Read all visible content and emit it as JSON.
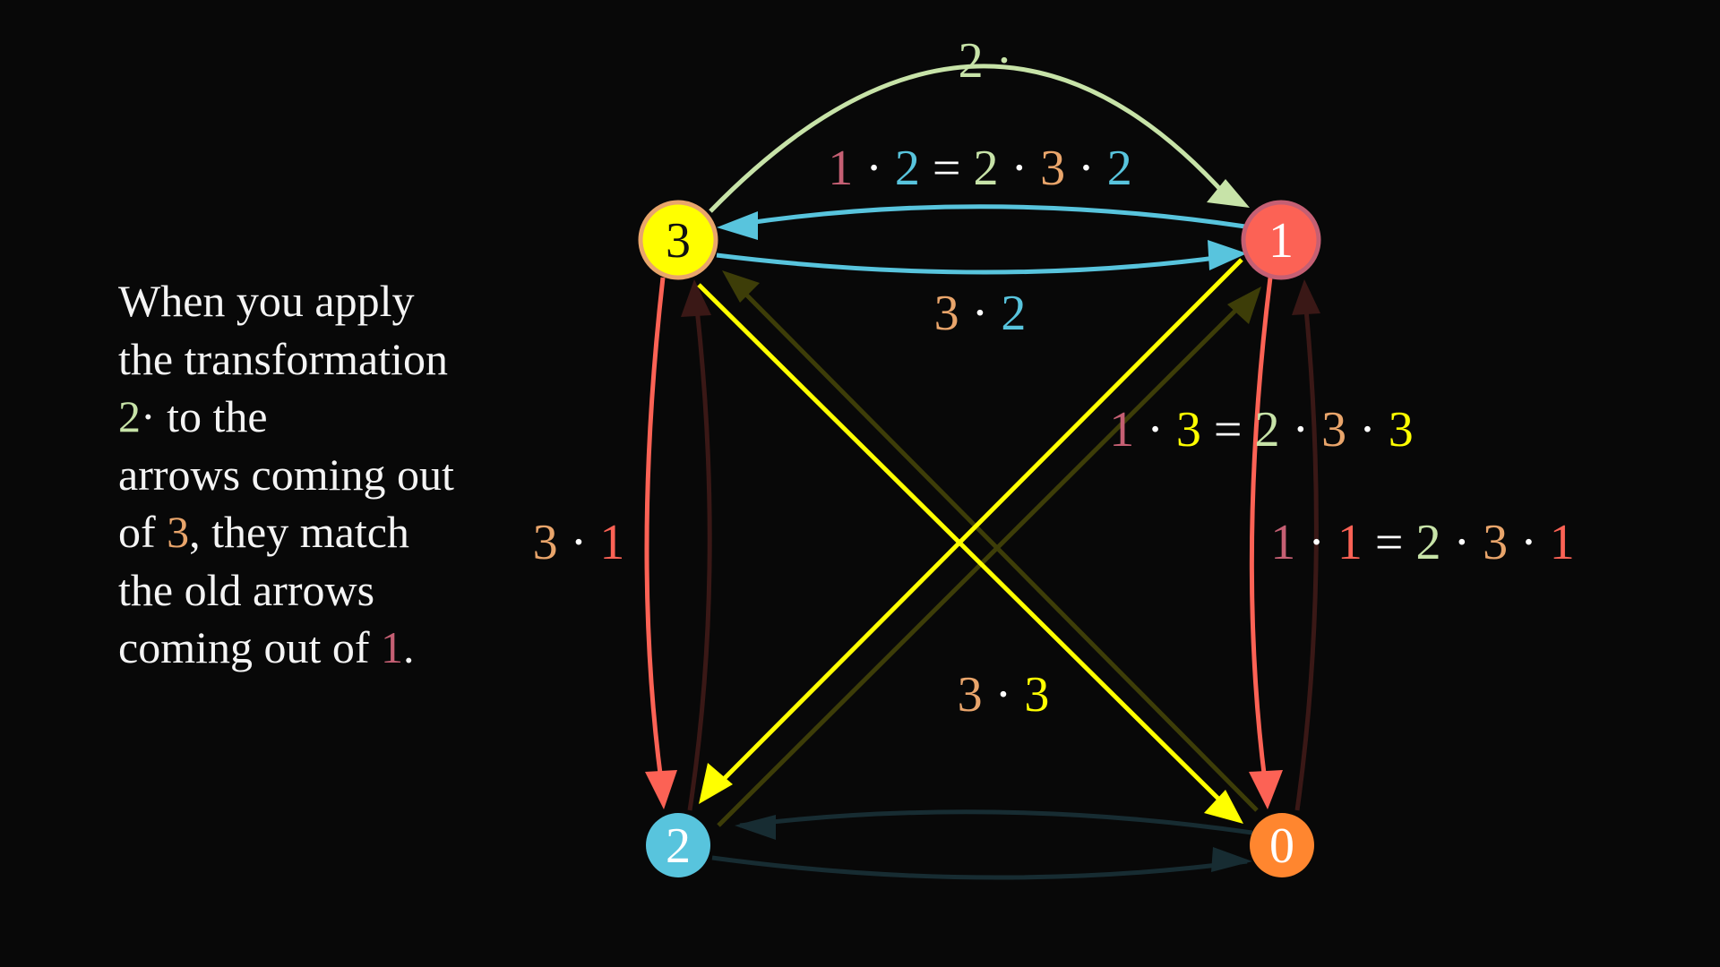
{
  "colors": {
    "background": "#080808",
    "text": "#f4f4f4",
    "c_1": "#c55f73",
    "c_1red": "#fc6255",
    "c_2green": "#c7e3a8",
    "c_2blue": "#58c4dd",
    "c_3orange": "#e9a56b",
    "c_3yellow": "#ffff00",
    "dim_yellow": "#3d3d08",
    "dim_red": "#3a1816",
    "dim_blue": "#172c32"
  },
  "nodes": [
    {
      "id": "n3",
      "label": "3",
      "fill": "#ffff00",
      "ring": "#e9a56b",
      "text_color": "#111111"
    },
    {
      "id": "n1",
      "label": "1",
      "fill": "#fc6255",
      "ring": "#c55f73",
      "text_color": "#ffffff"
    },
    {
      "id": "n2",
      "label": "2",
      "fill": "#58c4dd",
      "ring": "",
      "text_color": "#ffffff"
    },
    {
      "id": "n0",
      "label": "0",
      "fill": "#ff862f",
      "ring": "",
      "text_color": "#ffffff"
    }
  ],
  "edges": [
    {
      "id": "e31",
      "from": "3",
      "to": "1",
      "color": "#c7e3a8",
      "style": "outer-arc"
    },
    {
      "id": "e13",
      "from": "1",
      "to": "3",
      "color": "#58c4dd"
    },
    {
      "id": "e31b",
      "from": "3",
      "to": "1",
      "color": "#58c4dd"
    },
    {
      "id": "e32",
      "from": "3",
      "to": "2",
      "color": "#fc6255"
    },
    {
      "id": "e23",
      "from": "2",
      "to": "3",
      "color": "#3a1816"
    },
    {
      "id": "e30",
      "from": "3",
      "to": "0",
      "color": "#ffff00"
    },
    {
      "id": "e03",
      "from": "0",
      "to": "3",
      "color": "#3d3d08"
    },
    {
      "id": "e12",
      "from": "1",
      "to": "2",
      "color": "#ffff00"
    },
    {
      "id": "e21",
      "from": "2",
      "to": "1",
      "color": "#3d3d08"
    },
    {
      "id": "e10",
      "from": "1",
      "to": "0",
      "color": "#fc6255"
    },
    {
      "id": "e01",
      "from": "0",
      "to": "1",
      "color": "#3a1816"
    },
    {
      "id": "e02",
      "from": "0",
      "to": "2",
      "color": "#172c32"
    },
    {
      "id": "e20",
      "from": "2",
      "to": "0",
      "color": "#172c32"
    }
  ],
  "paragraph": {
    "line1": "When you apply",
    "line2": "the transformation",
    "line3_a": "2",
    "line3_b": "· to the",
    "line4": "arrows coming out",
    "line5_a": "of ",
    "line5_b": "3",
    "line5_c": ", they match",
    "line6": "the old arrows",
    "line7_a": "coming out of ",
    "line7_b": "1",
    "line7_c": "."
  },
  "labels": {
    "top_arc": [
      "2",
      " ·"
    ],
    "eq_12": [
      "1",
      " · ",
      "2",
      " = ",
      "2",
      " · ",
      "3",
      " · ",
      "2"
    ],
    "l_32": [
      "3",
      " · ",
      "2"
    ],
    "eq_13": [
      "1",
      " · ",
      "3",
      " = ",
      "2",
      " · ",
      "3",
      " · ",
      "3"
    ],
    "l_31": [
      "3",
      " · ",
      "1"
    ],
    "eq_11": [
      "1",
      " · ",
      "1",
      " = ",
      "2",
      " · ",
      "3",
      " · ",
      "1"
    ],
    "l_33": [
      "3",
      " · ",
      "3"
    ]
  }
}
